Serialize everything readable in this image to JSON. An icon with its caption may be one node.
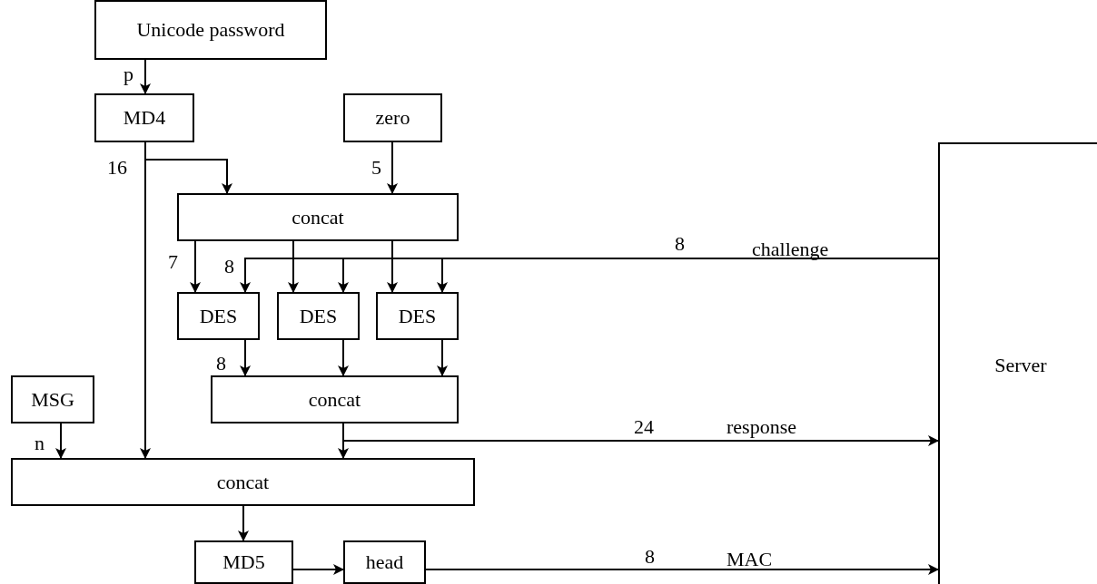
{
  "diagram": {
    "nodes": [
      {
        "text": [
          "Unicode password"
        ]
      },
      {
        "text": [
          "MD4"
        ]
      },
      {
        "text": [
          "zero"
        ]
      },
      {
        "text": [
          "concat"
        ]
      },
      {
        "text": [
          "DES"
        ]
      },
      {
        "text": [
          "DES"
        ]
      },
      {
        "text": [
          "DES"
        ]
      },
      {
        "text": [
          "MSG"
        ]
      },
      {
        "text": [
          "concat"
        ]
      },
      {
        "text": [
          "concat"
        ]
      },
      {
        "text": [
          "MD5"
        ]
      },
      {
        "text": [
          "head"
        ]
      },
      {
        "text": [
          "Server"
        ]
      }
    ],
    "edges": [
      {
        "from": 0,
        "to": 1,
        "arrow": "to",
        "label": "p"
      },
      {
        "from": 1,
        "to": 3,
        "arrow": "to"
      },
      {
        "from": 1,
        "to": 9,
        "arrow": "to",
        "label": "16"
      },
      {
        "from": 2,
        "to": 3,
        "arrow": "to",
        "label": "5"
      },
      {
        "from": 3,
        "to": 4,
        "arrow": "to",
        "label": "7"
      },
      {
        "from": 3,
        "to": 5,
        "arrow": "to"
      },
      {
        "from": 3,
        "to": 6,
        "arrow": "to"
      },
      {
        "from": 12,
        "to": 4,
        "arrow": "to",
        "label": "challenge"
      },
      {
        "from": 12,
        "to": 5,
        "arrow": "to"
      },
      {
        "from": 12,
        "to": 6,
        "arrow": "to"
      },
      {
        "from": 4,
        "to": 8,
        "arrow": "to"
      },
      {
        "from": 5,
        "to": 8,
        "arrow": "to"
      },
      {
        "from": 6,
        "to": 8,
        "arrow": "to"
      },
      {
        "from": 7,
        "to": 9,
        "arrow": "to",
        "label": "n"
      },
      {
        "from": 8,
        "to": 9,
        "arrow": "to"
      },
      {
        "from": 8,
        "to": 12,
        "arrow": "to",
        "label": "response"
      },
      {
        "from": 9,
        "to": 10,
        "arrow": "to"
      },
      {
        "from": 10,
        "to": 11,
        "arrow": "to"
      },
      {
        "from": 11,
        "to": 12,
        "arrow": "to",
        "label": "MAC"
      }
    ],
    "labels": [
      "8",
      "8",
      "8",
      "24",
      "8"
    ]
  }
}
